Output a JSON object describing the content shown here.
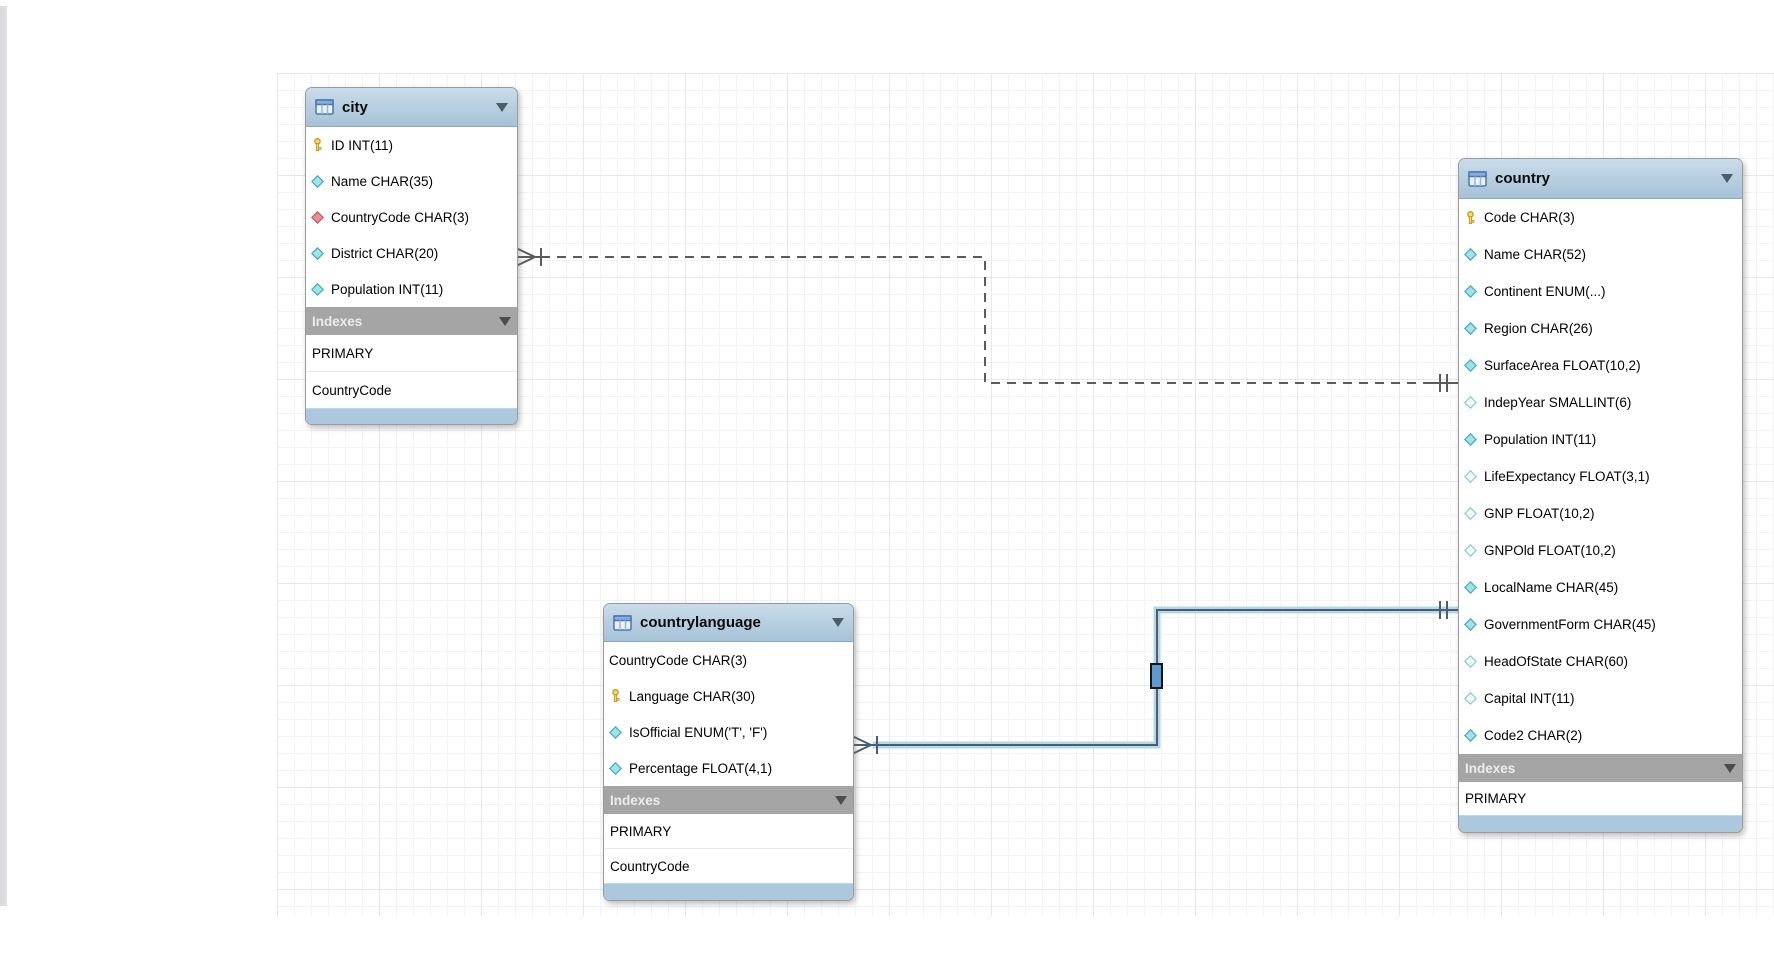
{
  "diagram": {
    "app_context": "EER diagram canvas",
    "colors": {
      "table_header_blue": "#b7cede",
      "indexes_bar_gray": "#a5a5a5",
      "table_footer_blue": "#abc8df",
      "selected_relationship_glow": "#b9d6e9",
      "relationship_line": "#46606d",
      "dashed_relationship_line": "#5b5b5b",
      "primary_key_icon_yellow": "#ffd95e",
      "notnull_diamond_cyan": "#9be4ea",
      "foreign_key_diamond_red": "#e89090",
      "handle_blue": "#5b9ad2"
    },
    "tables": [
      {
        "name": "city",
        "columns": [
          {
            "label": "ID INT(11)",
            "icon": "key"
          },
          {
            "label": "Name CHAR(35)",
            "icon": "diamond-filled"
          },
          {
            "label": "CountryCode CHAR(3)",
            "icon": "diamond-red"
          },
          {
            "label": "District CHAR(20)",
            "icon": "diamond-filled"
          },
          {
            "label": "Population INT(11)",
            "icon": "diamond-filled"
          }
        ],
        "indexes_label": "Indexes",
        "indexes": [
          "PRIMARY",
          "CountryCode"
        ]
      },
      {
        "name": "countrylanguage",
        "columns": [
          {
            "label": "CountryCode CHAR(3)",
            "icon": "none"
          },
          {
            "label": "Language CHAR(30)",
            "icon": "key"
          },
          {
            "label": "IsOfficial ENUM('T', 'F')",
            "icon": "diamond-filled"
          },
          {
            "label": "Percentage FLOAT(4,1)",
            "icon": "diamond-filled"
          }
        ],
        "indexes_label": "Indexes",
        "indexes": [
          "PRIMARY",
          "CountryCode"
        ]
      },
      {
        "name": "country",
        "columns": [
          {
            "label": "Code CHAR(3)",
            "icon": "key"
          },
          {
            "label": "Name CHAR(52)",
            "icon": "diamond-filled"
          },
          {
            "label": "Continent ENUM(...)",
            "icon": "diamond-filled"
          },
          {
            "label": "Region CHAR(26)",
            "icon": "diamond-filled"
          },
          {
            "label": "SurfaceArea FLOAT(10,2)",
            "icon": "diamond-filled"
          },
          {
            "label": "IndepYear SMALLINT(6)",
            "icon": "diamond-hollow"
          },
          {
            "label": "Population INT(11)",
            "icon": "diamond-filled"
          },
          {
            "label": "LifeExpectancy FLOAT(3,1)",
            "icon": "diamond-hollow"
          },
          {
            "label": "GNP FLOAT(10,2)",
            "icon": "diamond-hollow"
          },
          {
            "label": "GNPOld FLOAT(10,2)",
            "icon": "diamond-hollow"
          },
          {
            "label": "LocalName CHAR(45)",
            "icon": "diamond-filled"
          },
          {
            "label": "GovernmentForm CHAR(45)",
            "icon": "diamond-filled"
          },
          {
            "label": "HeadOfState CHAR(60)",
            "icon": "diamond-hollow"
          },
          {
            "label": "Capital INT(11)",
            "icon": "diamond-hollow"
          },
          {
            "label": "Code2 CHAR(2)",
            "icon": "diamond-filled"
          }
        ],
        "indexes_label": "Indexes",
        "indexes": [
          "PRIMARY"
        ]
      }
    ],
    "relationships": [
      {
        "from": "city",
        "to": "country",
        "line_style": "dashed",
        "from_cardinality": "many-mandatory",
        "to_cardinality": "one-mandatory",
        "selected": false
      },
      {
        "from": "countrylanguage",
        "to": "country",
        "line_style": "solid",
        "from_cardinality": "many-mandatory",
        "to_cardinality": "one-mandatory",
        "selected": true
      }
    ]
  }
}
